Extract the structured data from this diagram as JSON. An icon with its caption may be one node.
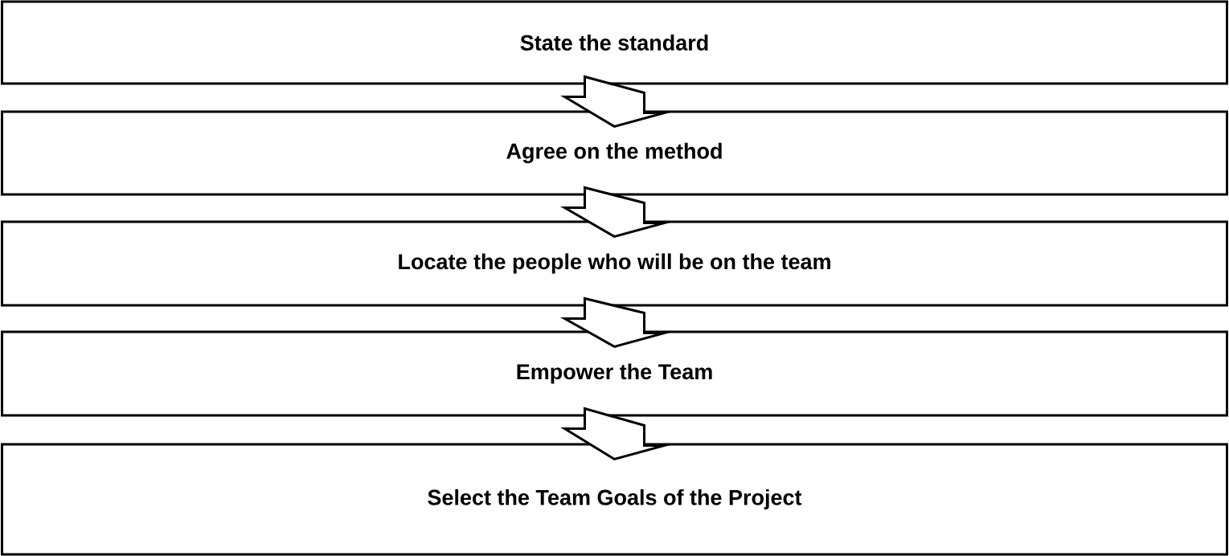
{
  "diagram": {
    "nodes": [
      {
        "text": [
          "State the standard"
        ]
      },
      {
        "text": [
          "Agree on the method"
        ]
      },
      {
        "text": [
          "Locate the people who will be on the team"
        ]
      },
      {
        "text": [
          "Empower the Team"
        ]
      },
      {
        "text": [
          "Select the Team Goals of the Project"
        ]
      }
    ],
    "edges": [
      {
        "from": 0,
        "to": 1,
        "arrow": "to"
      },
      {
        "from": 1,
        "to": 2,
        "arrow": "to"
      },
      {
        "from": 2,
        "to": 3,
        "arrow": "to"
      },
      {
        "from": 3,
        "to": 4,
        "arrow": "to"
      }
    ]
  }
}
